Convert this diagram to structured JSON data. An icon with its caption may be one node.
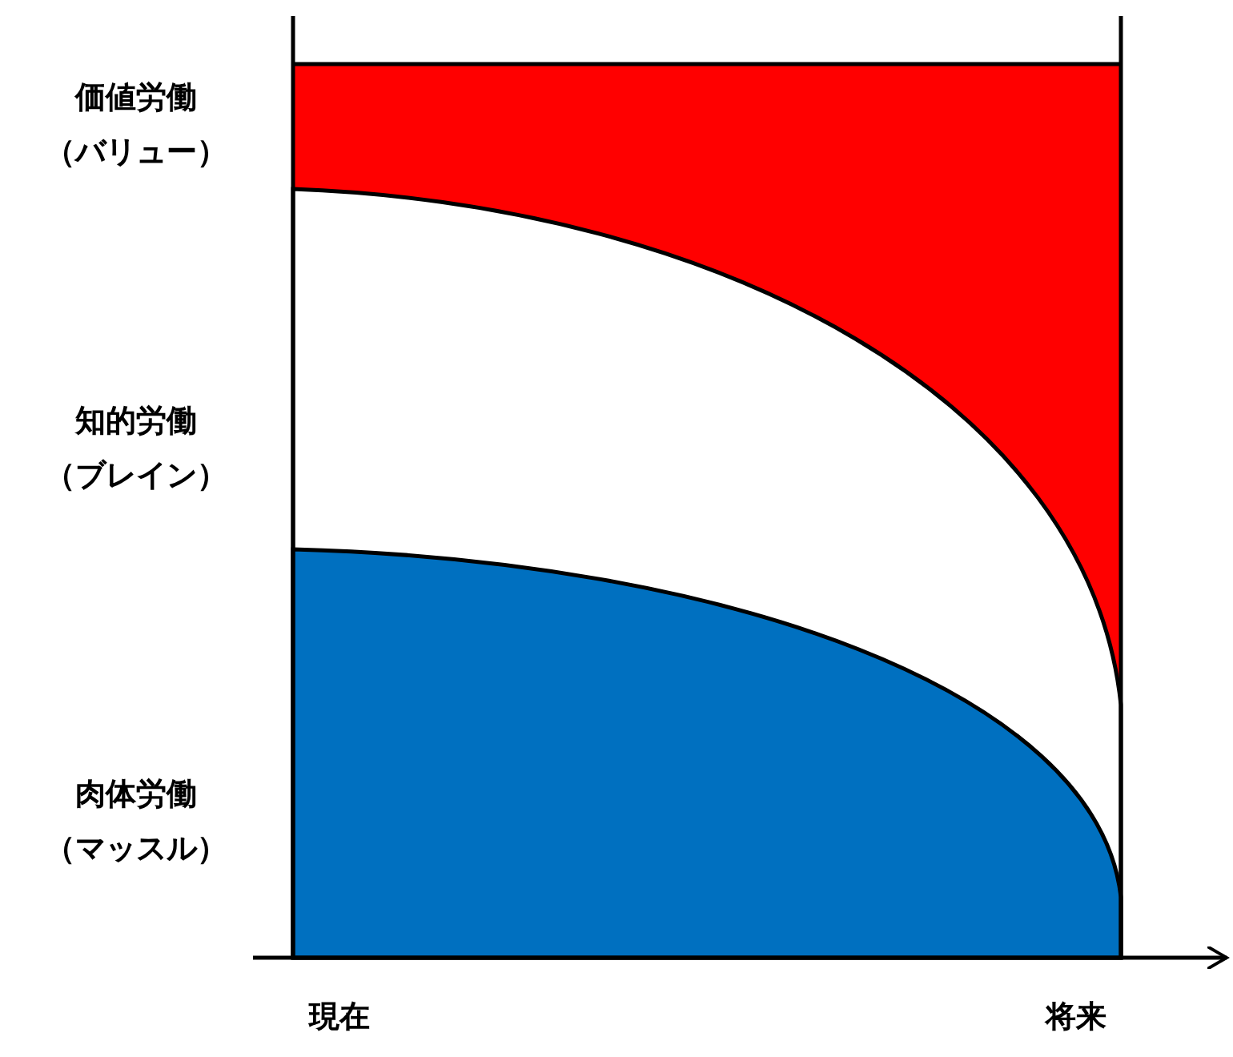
{
  "diagram": {
    "labels": [
      "価値労働",
      "（バリュー）",
      "知的労働",
      "（ブレイン）",
      "肉体労働",
      "（マッスル）",
      "現在",
      "将来"
    ]
  }
}
